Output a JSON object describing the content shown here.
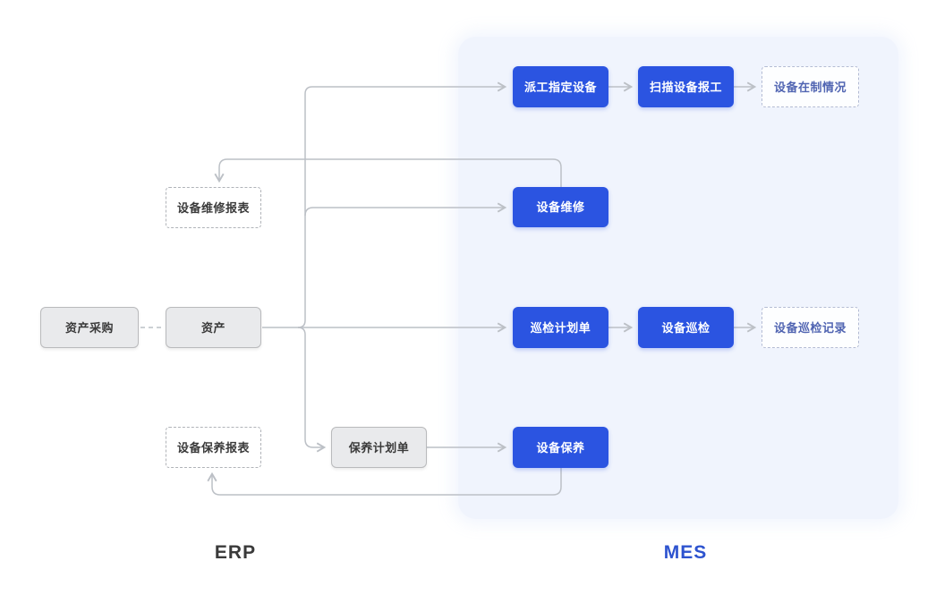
{
  "diagram": {
    "lanes": {
      "erp": {
        "label": "ERP"
      },
      "mes": {
        "label": "MES"
      }
    },
    "nodes": [
      {
        "id": "asset-purchase",
        "label": "资产采购",
        "type": "gray",
        "lane": "erp"
      },
      {
        "id": "asset",
        "label": "资产",
        "type": "gray",
        "lane": "erp"
      },
      {
        "id": "repair-report",
        "label": "设备维修报表",
        "type": "dashed-erp",
        "lane": "erp"
      },
      {
        "id": "maintain-report",
        "label": "设备保养报表",
        "type": "dashed-erp",
        "lane": "erp"
      },
      {
        "id": "maintain-plan",
        "label": "保养计划单",
        "type": "gray",
        "lane": "erp"
      },
      {
        "id": "dispatch-assign",
        "label": "派工指定设备",
        "type": "blue",
        "lane": "mes"
      },
      {
        "id": "scan-report-work",
        "label": "扫描设备报工",
        "type": "blue",
        "lane": "mes"
      },
      {
        "id": "wip-status",
        "label": "设备在制情况",
        "type": "dashed-mes",
        "lane": "mes"
      },
      {
        "id": "equip-repair",
        "label": "设备维修",
        "type": "blue",
        "lane": "mes"
      },
      {
        "id": "inspect-plan",
        "label": "巡检计划单",
        "type": "blue",
        "lane": "mes"
      },
      {
        "id": "equip-inspect",
        "label": "设备巡检",
        "type": "blue",
        "lane": "mes"
      },
      {
        "id": "inspect-record",
        "label": "设备巡检记录",
        "type": "dashed-mes",
        "lane": "mes"
      },
      {
        "id": "equip-maintain",
        "label": "设备保养",
        "type": "blue",
        "lane": "mes"
      }
    ],
    "edges": [
      {
        "from": "asset-purchase",
        "to": "asset",
        "style": "dashed"
      },
      {
        "from": "asset",
        "to": "dispatch-assign",
        "style": "arrow"
      },
      {
        "from": "asset",
        "to": "equip-repair",
        "style": "arrow"
      },
      {
        "from": "asset",
        "to": "inspect-plan",
        "style": "arrow"
      },
      {
        "from": "asset",
        "to": "maintain-plan",
        "style": "arrow"
      },
      {
        "from": "dispatch-assign",
        "to": "scan-report-work",
        "style": "arrow"
      },
      {
        "from": "scan-report-work",
        "to": "wip-status",
        "style": "arrow"
      },
      {
        "from": "inspect-plan",
        "to": "equip-inspect",
        "style": "arrow"
      },
      {
        "from": "equip-inspect",
        "to": "inspect-record",
        "style": "arrow"
      },
      {
        "from": "maintain-plan",
        "to": "equip-maintain",
        "style": "arrow"
      },
      {
        "from": "equip-repair",
        "to": "repair-report",
        "style": "arrow"
      },
      {
        "from": "equip-maintain",
        "to": "maintain-report",
        "style": "arrow"
      }
    ],
    "colors": {
      "primary_blue": "#2b54e1",
      "mes_panel": "#f0f4fd",
      "connector": "#bcc0c6",
      "gray_fill": "#e9eaec",
      "mes_label": "#2d53cf",
      "mes_report_text": "#5165b2"
    }
  }
}
